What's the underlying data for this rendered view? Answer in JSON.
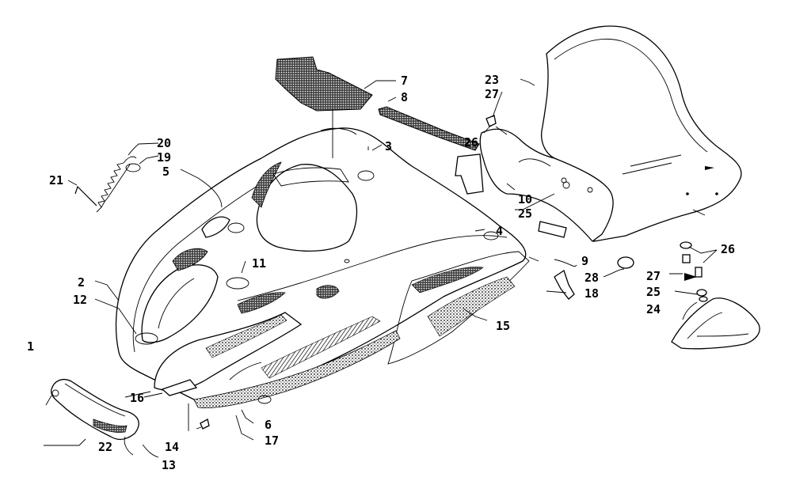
{
  "callouts": [
    {
      "id": "c1",
      "text": "1"
    },
    {
      "id": "c2",
      "text": "2"
    },
    {
      "id": "c3",
      "text": "3"
    },
    {
      "id": "c4",
      "text": "4"
    },
    {
      "id": "c5",
      "text": "5"
    },
    {
      "id": "c6",
      "text": "6"
    },
    {
      "id": "c7",
      "text": "7"
    },
    {
      "id": "c8",
      "text": "8"
    },
    {
      "id": "c9",
      "text": "9"
    },
    {
      "id": "c10",
      "text": "10"
    },
    {
      "id": "c11",
      "text": "11"
    },
    {
      "id": "c12",
      "text": "12"
    },
    {
      "id": "c13",
      "text": "13"
    },
    {
      "id": "c14",
      "text": "14"
    },
    {
      "id": "c15",
      "text": "15"
    },
    {
      "id": "c16",
      "text": "16"
    },
    {
      "id": "c17",
      "text": "17"
    },
    {
      "id": "c18",
      "text": "18"
    },
    {
      "id": "c19",
      "text": "19"
    },
    {
      "id": "c20",
      "text": "20"
    },
    {
      "id": "c21",
      "text": "21"
    },
    {
      "id": "c22",
      "text": "22"
    },
    {
      "id": "c23",
      "text": "23"
    },
    {
      "id": "c24",
      "text": "24"
    },
    {
      "id": "c25a",
      "text": "25"
    },
    {
      "id": "c25b",
      "text": "25"
    },
    {
      "id": "c26a",
      "text": "26"
    },
    {
      "id": "c26b",
      "text": "26"
    },
    {
      "id": "c27a",
      "text": "27"
    },
    {
      "id": "c27b",
      "text": "27"
    },
    {
      "id": "c28",
      "text": "28"
    }
  ]
}
